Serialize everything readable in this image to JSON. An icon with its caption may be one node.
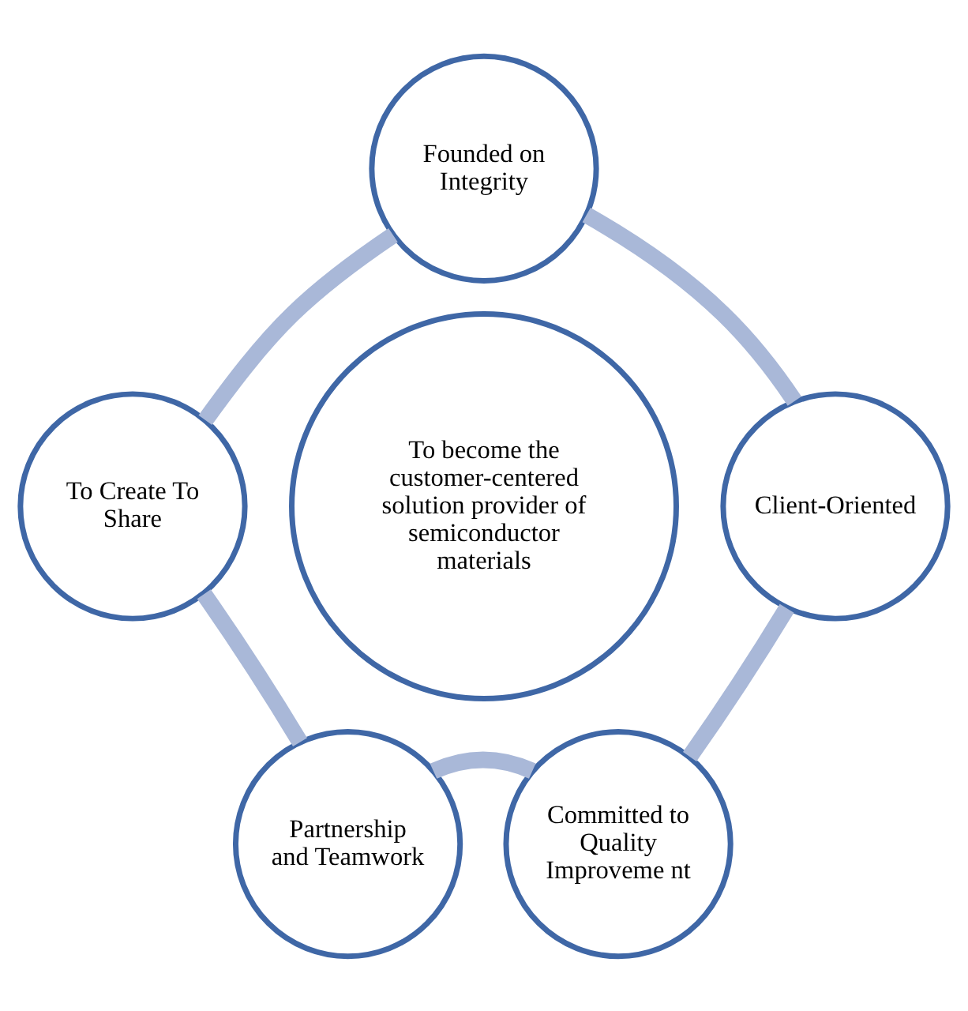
{
  "diagram": {
    "nodes": [
      {
        "text": [
          "Founded on Integrity"
        ]
      },
      {
        "text": [
          "To Create To Share"
        ]
      },
      {
        "text": [
          "Client-Oriented"
        ]
      },
      {
        "text": [
          "To become the customer-centered solution provider of semiconductor materials"
        ]
      },
      {
        "text": [
          "Partnership and Teamwork"
        ]
      },
      {
        "text": [
          "Committed to Quality Improveme nt"
        ]
      }
    ],
    "edges": [
      {
        "from": 0,
        "to": 2,
        "arrow": "none"
      },
      {
        "from": 2,
        "to": 5,
        "arrow": "none"
      },
      {
        "from": 5,
        "to": 4,
        "arrow": "none"
      },
      {
        "from": 4,
        "to": 1,
        "arrow": "none"
      },
      {
        "from": 1,
        "to": 0,
        "arrow": "none"
      }
    ]
  }
}
